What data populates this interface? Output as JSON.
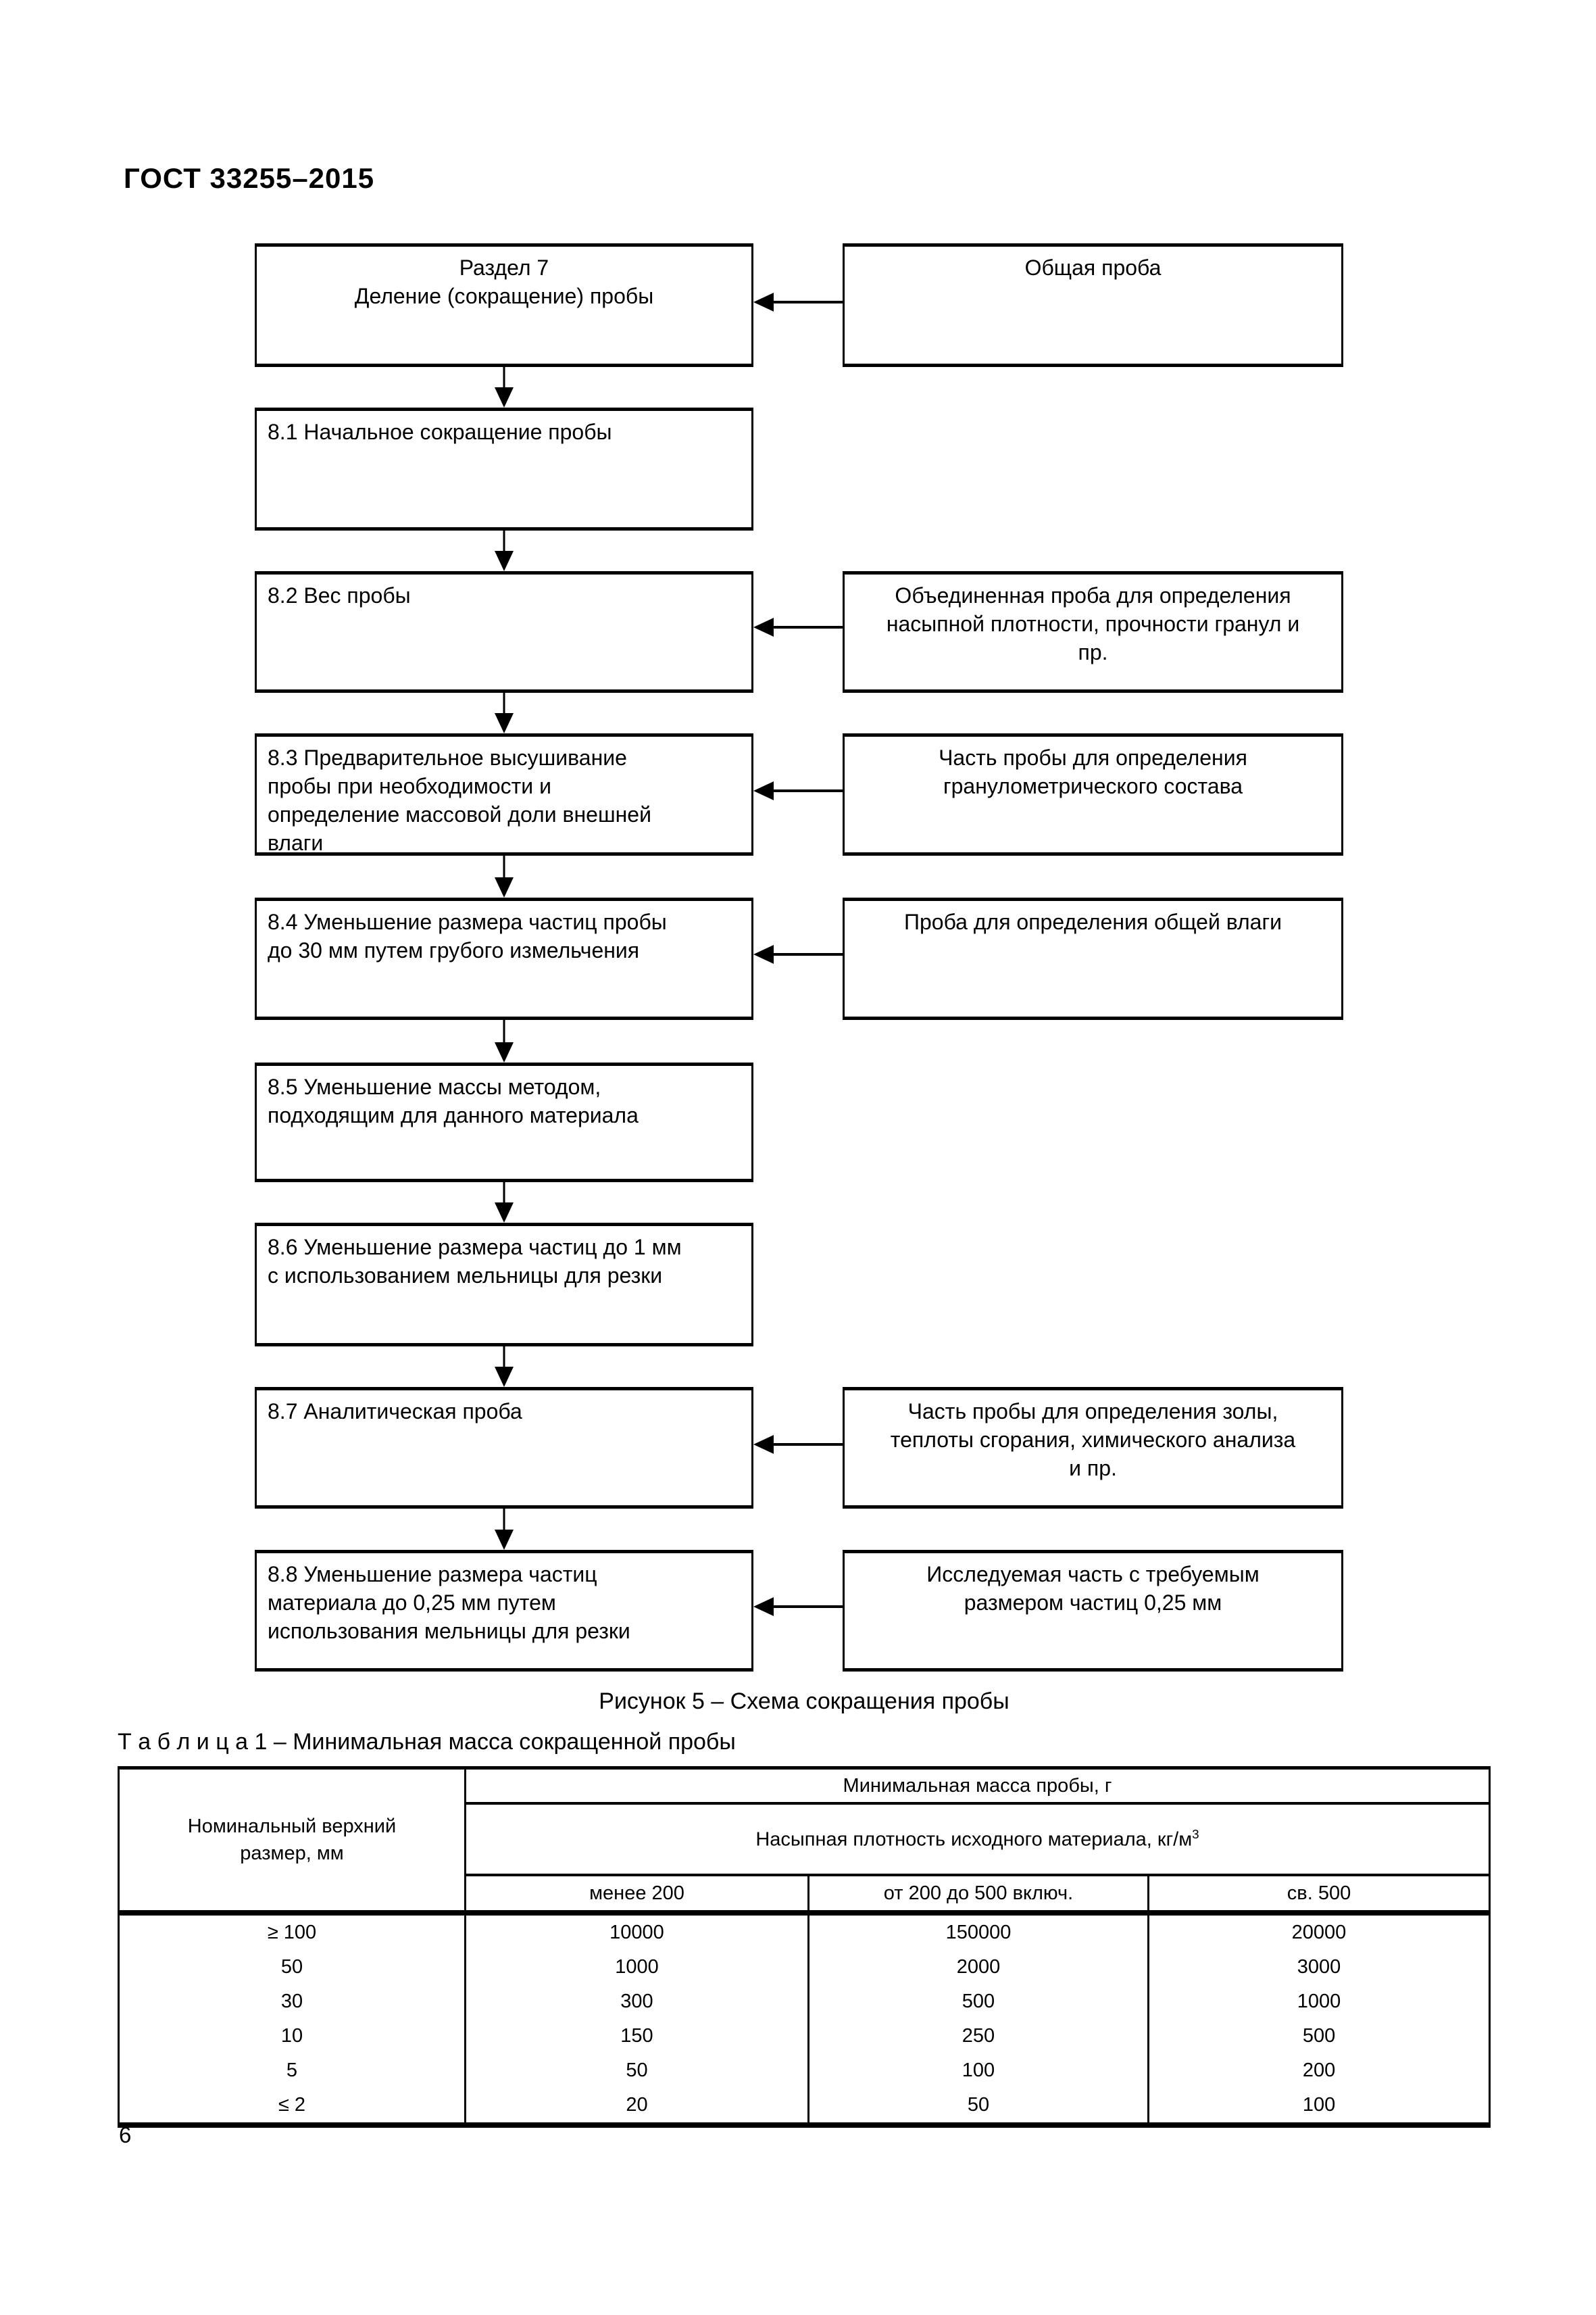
{
  "page": {
    "doc_number": "ГОСТ 33255–2015",
    "page_number": "6"
  },
  "flowchart": {
    "caption": "Рисунок 5 – Схема сокращения пробы",
    "left_boxes": [
      {
        "text": "Раздел 7\nДеление (сокращение) пробы"
      },
      {
        "text": "8.1 Начальное сокращение пробы"
      },
      {
        "text": "8.2 Вес пробы"
      },
      {
        "text": "8.3 Предварительное высушивание\nпробы при необходимости и\nопределение массовой доли внешней\nвлаги"
      },
      {
        "text": "8.4 Уменьшение размера частиц пробы\nдо 30 мм путем грубого измельчения"
      },
      {
        "text": "8.5 Уменьшение массы методом,\nподходящим для данного материала"
      },
      {
        "text": "8.6 Уменьшение размера частиц до 1 мм\nс использованием мельницы для резки"
      },
      {
        "text": "8.7 Аналитическая проба"
      },
      {
        "text": "8.8 Уменьшение размера частиц\nматериала до 0,25 мм путем\nиспользования мельницы для резки"
      }
    ],
    "right_boxes": [
      {
        "text": "Общая проба"
      },
      {
        "text": "Объединенная проба для определения\nнасыпной плотности, прочности гранул и\nпр."
      },
      {
        "text": "Часть пробы для определения\nгранулометрического состава"
      },
      {
        "text": "Проба для определения общей влаги"
      },
      {
        "text": "Часть пробы для определения золы,\nтеплоты сгорания, химического анализа\nи пр."
      },
      {
        "text": "Исследуемая часть с требуемым\nразмером частиц 0,25 мм"
      }
    ]
  },
  "table": {
    "title": "Т а б л и ц а  1 – Минимальная масса сокращенной пробы",
    "col1_header": "Номинальный верхний\nразмер, мм",
    "group_header": "Минимальная масса пробы, г",
    "density_header_base": "Насыпная плотность исходного материала, кг/м",
    "density_header_sup": "3",
    "sub_headers": [
      "менее 200",
      "от 200 до 500 включ.",
      "св. 500"
    ],
    "rows": [
      {
        "size": "≥ 100",
        "v1": "10000",
        "v2": "150000",
        "v3": "20000"
      },
      {
        "size": "50",
        "v1": "1000",
        "v2": "2000",
        "v3": "3000"
      },
      {
        "size": "30",
        "v1": "300",
        "v2": "500",
        "v3": "1000"
      },
      {
        "size": "10",
        "v1": "150",
        "v2": "250",
        "v3": "500"
      },
      {
        "size": "5",
        "v1": "50",
        "v2": "100",
        "v3": "200"
      },
      {
        "size": "≤ 2",
        "v1": "20",
        "v2": "50",
        "v3": "100"
      }
    ]
  }
}
